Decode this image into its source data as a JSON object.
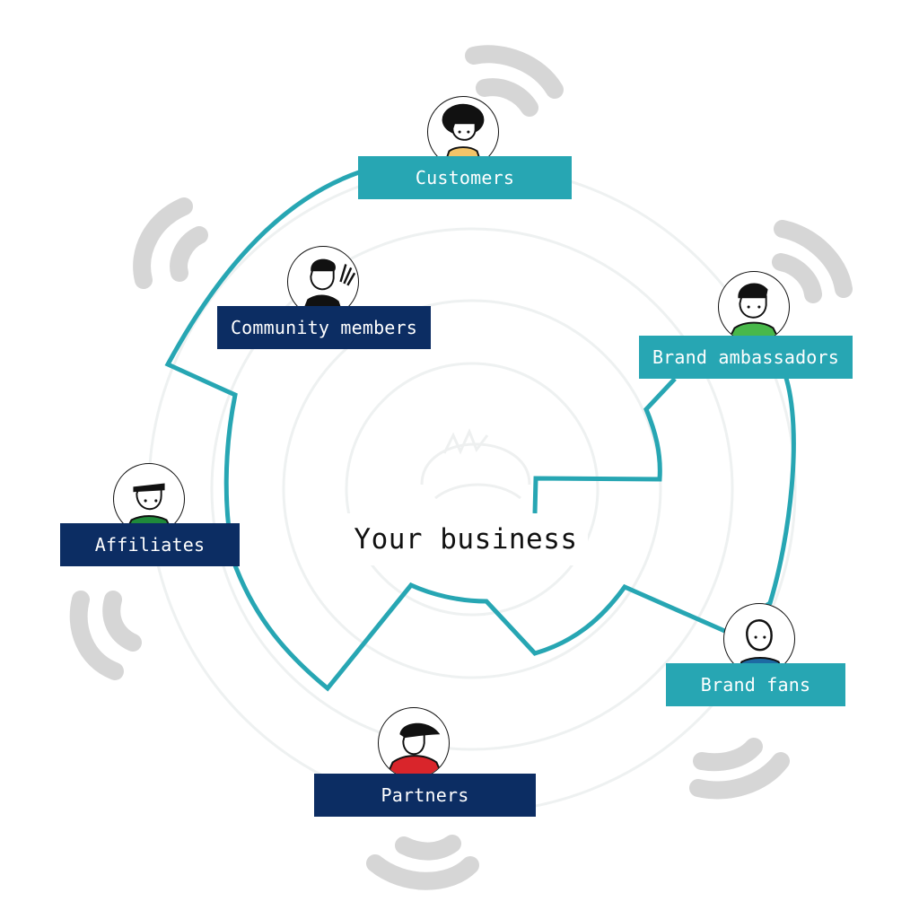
{
  "center": {
    "label": "Your business"
  },
  "nodes": {
    "customers": {
      "label": "Customers",
      "icon": "person-afro-avatar-icon"
    },
    "community": {
      "label": "Community members",
      "icon": "person-waving-avatar-icon"
    },
    "ambassadors": {
      "label": "Brand ambassadors",
      "icon": "person-green-shirt-avatar-icon"
    },
    "affiliates": {
      "label": "Affiliates",
      "icon": "person-cap-avatar-icon"
    },
    "fans": {
      "label": "Brand fans",
      "icon": "person-bald-avatar-icon"
    },
    "partners": {
      "label": "Partners",
      "icon": "person-red-hoodie-avatar-icon"
    }
  },
  "colors": {
    "teal": "#27a6b3",
    "navy": "#0c2d63",
    "signal_grey": "#d4d4d4",
    "ring_grey": "#eef1f1"
  }
}
